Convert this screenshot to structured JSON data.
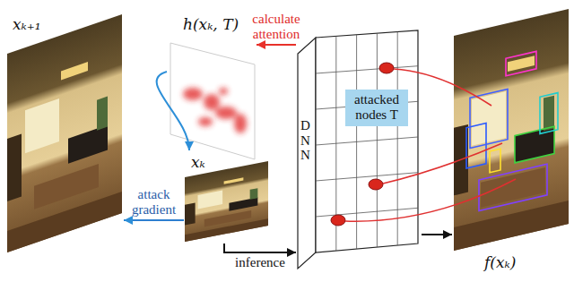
{
  "diagram": {
    "nodes": [
      {
        "text": [
          "xₖ₊₁"
        ]
      },
      {
        "text": [
          "h(xₖ, T)"
        ]
      },
      {
        "text": [
          "xₖ"
        ]
      },
      {
        "text": [
          "DNN"
        ]
      },
      {
        "text": [
          "attacked nodes T"
        ],
        "in": 3
      },
      {
        "text": [
          "f(xₖ)"
        ]
      }
    ],
    "edges": [
      {
        "from": 3,
        "to": 1,
        "label": "calculate attention",
        "arrow": "to"
      },
      {
        "from": 1,
        "to": 2,
        "arrow": "to"
      },
      {
        "from": 2,
        "to": 0,
        "label": "attack gradient",
        "arrow": "to"
      },
      {
        "from": 2,
        "to": 3,
        "label": "inference",
        "arrow": "to"
      },
      {
        "from": 3,
        "to": 5,
        "arrow": "to"
      }
    ]
  }
}
